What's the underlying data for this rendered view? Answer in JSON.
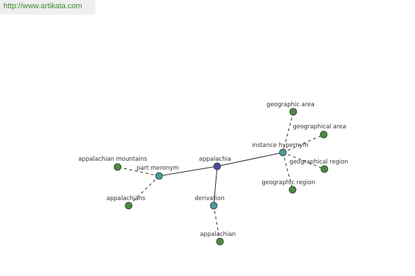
{
  "source": {
    "url": "http://www.artikata.com"
  },
  "graph": {
    "colors": {
      "root": "#4a4a9c",
      "relation": "#4a9a9a",
      "term": "#4a8a40",
      "edge": "#222222"
    },
    "nodes": [
      {
        "id": "appalachia",
        "label": "appalachia",
        "kind": "root"
      },
      {
        "id": "instance-hypernym",
        "label": "instance hypernym",
        "kind": "relation"
      },
      {
        "id": "part-meronym",
        "label": "part meronym",
        "kind": "relation"
      },
      {
        "id": "derivation",
        "label": "derivation",
        "kind": "relation"
      },
      {
        "id": "geographic-area",
        "label": "geographic area",
        "kind": "term"
      },
      {
        "id": "geographical-area",
        "label": "geographical area",
        "kind": "term"
      },
      {
        "id": "geographical-region",
        "label": "geographical region",
        "kind": "term"
      },
      {
        "id": "geographic-region",
        "label": "geographic region",
        "kind": "term"
      },
      {
        "id": "appalachian-mountains",
        "label": "appalachian mountains",
        "kind": "term"
      },
      {
        "id": "appalachians",
        "label": "appalachians",
        "kind": "term"
      },
      {
        "id": "appalachian",
        "label": "appalachian",
        "kind": "term"
      }
    ],
    "edges": [
      {
        "from": "appalachia",
        "to": "instance-hypernym",
        "style": "solid"
      },
      {
        "from": "appalachia",
        "to": "part-meronym",
        "style": "solid"
      },
      {
        "from": "appalachia",
        "to": "derivation",
        "style": "solid"
      },
      {
        "from": "instance-hypernym",
        "to": "geographic-area",
        "style": "dashed"
      },
      {
        "from": "instance-hypernym",
        "to": "geographical-area",
        "style": "dashed"
      },
      {
        "from": "instance-hypernym",
        "to": "geographical-region",
        "style": "dashed"
      },
      {
        "from": "instance-hypernym",
        "to": "geographic-region",
        "style": "dashed"
      },
      {
        "from": "part-meronym",
        "to": "appalachian-mountains",
        "style": "dashed"
      },
      {
        "from": "part-meronym",
        "to": "appalachians",
        "style": "dashed"
      },
      {
        "from": "derivation",
        "to": "appalachian",
        "style": "dashed"
      }
    ]
  }
}
